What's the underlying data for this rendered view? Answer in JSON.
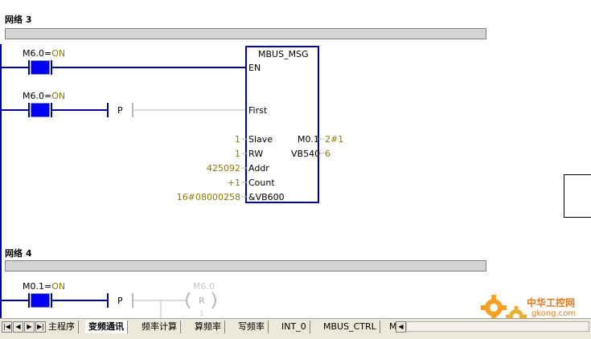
{
  "networks": [
    {
      "title": "网络 3"
    },
    {
      "title": "网络 4"
    }
  ],
  "network3": {
    "contact1": {
      "addr": "M6.0",
      "state_eq": "=",
      "state": "ON"
    },
    "contact2": {
      "addr": "M6.0",
      "state_eq": "=",
      "state": "ON"
    },
    "p_label": "P",
    "block": {
      "name": "MBUS_MSG",
      "en": "EN",
      "inputs": [
        {
          "pin": "First",
          "value": ""
        },
        {
          "pin": "Slave",
          "value": "1"
        },
        {
          "pin": "RW",
          "value": "1"
        },
        {
          "pin": "Addr",
          "value": "425092"
        },
        {
          "pin": "Count",
          "value": "+1"
        },
        {
          "pin": "&VB600",
          "value": "16#08000258"
        }
      ],
      "outputs": [
        {
          "pin": "M0.1",
          "value": "2#1"
        },
        {
          "pin": "VB540",
          "value": "6"
        }
      ]
    }
  },
  "network4": {
    "contact1": {
      "addr": "M0.1",
      "state_eq": "=",
      "state": "ON"
    },
    "p_label": "P",
    "coil": {
      "addr": "M6.0",
      "type": "R",
      "count": "1"
    }
  },
  "tabs": [
    {
      "label": "主程序"
    },
    {
      "label": "变频通讯"
    },
    {
      "label": "频率计算"
    },
    {
      "label": "算频率"
    },
    {
      "label": "写频率"
    },
    {
      "label": "INT_0"
    },
    {
      "label": "MBUS_CTRL"
    },
    {
      "label": "M"
    }
  ],
  "watermark": {
    "cn": "中华工控网",
    "en": "gkong.com"
  },
  "colors": {
    "wire": "#0000a0",
    "contact_fill": "#0000ff",
    "value": "#8a7a00",
    "gray_wire": "#b8b8b8"
  }
}
